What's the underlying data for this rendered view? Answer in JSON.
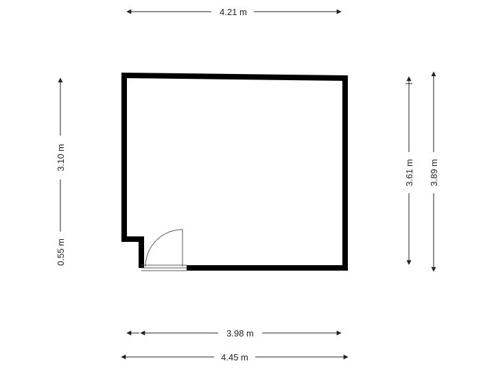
{
  "floor_plan": {
    "colors": {
      "wall": "#000000",
      "dimension_line": "#222222",
      "door_line": "#555555",
      "background": "#ffffff"
    },
    "dimensions": {
      "top_width": "4.21 m",
      "left_height_upper": "3.10 m",
      "left_height_lower": "0.55 m",
      "right_inner_height": "3.61 m",
      "right_outer_height": "3.89 m",
      "bottom_inner_width": "3.98 m",
      "bottom_outer_width": "4.45 m"
    },
    "door": {
      "type": "single-swing-door"
    }
  }
}
